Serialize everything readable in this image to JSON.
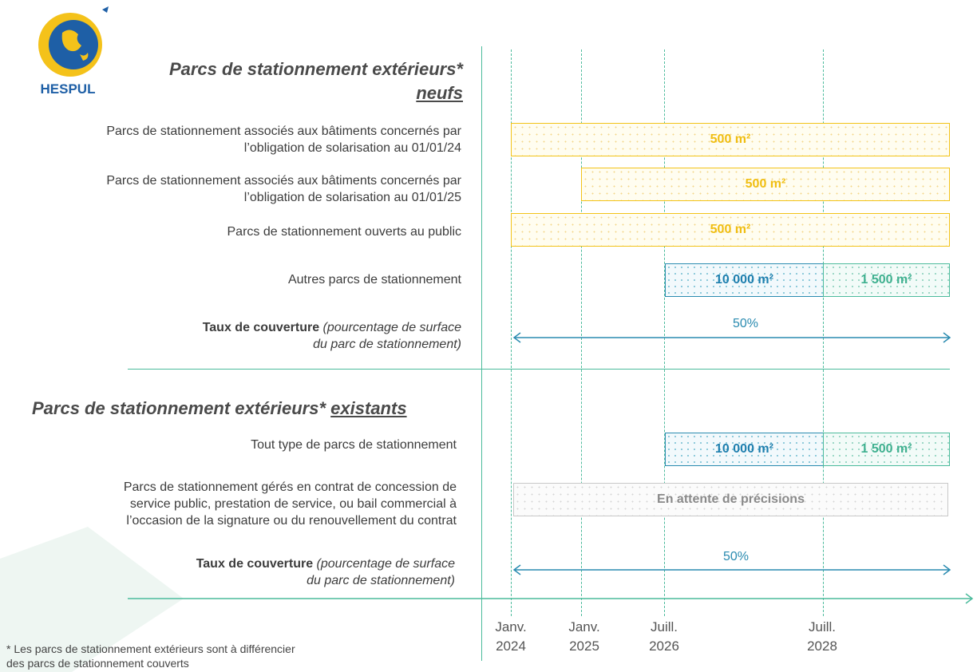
{
  "logo": {
    "name": "HESPUL"
  },
  "section_new": {
    "title_main": "Parcs de stationnement extérieurs*",
    "title_sub": "neufs"
  },
  "section_existing": {
    "title_main": "Parcs de stationnement extérieurs*",
    "title_sub": "existants"
  },
  "rows_new": [
    {
      "label_line1": "Parcs de stationnement associés aux bâtiments concernés par",
      "label_line2": "l’obligation de solarisation au 01/01/24",
      "bar": "500 m²"
    },
    {
      "label_line1": "Parcs de stationnement associés aux bâtiments concernés par",
      "label_line2": "l’obligation de solarisation au 01/01/25",
      "bar": "500 m²"
    },
    {
      "label_line1": "Parcs de stationnement ouverts au public",
      "bar": "500 m²"
    },
    {
      "label_line1": "Autres parcs de stationnement",
      "bar1": "10 000 m²",
      "bar2": "1 500 m²"
    }
  ],
  "coverage_new": {
    "bold": "Taux de couverture",
    "italic1": " (pourcentage de surface",
    "italic2": "du parc de stationnement)",
    "value": "50%"
  },
  "rows_existing": [
    {
      "label_line1": "Tout type de parcs de stationnement",
      "bar1": "10 000 m²",
      "bar2": "1 500 m²"
    },
    {
      "label_line1": "Parcs de stationnement gérés en contrat de concession de",
      "label_line2": "service public, prestation de service, ou bail commercial à",
      "label_line3": "l’occasion de la signature ou du renouvellement du contrat",
      "bar": "En attente de précisions"
    }
  ],
  "coverage_existing": {
    "bold": "Taux de couverture",
    "italic1": " (pourcentage de surface",
    "italic2": "du parc de stationnement)",
    "value": "50%"
  },
  "timeline": [
    {
      "line1": "Janv.",
      "line2": "2024"
    },
    {
      "line1": "Janv.",
      "line2": "2025"
    },
    {
      "line1": "Juill.",
      "line2": "2026"
    },
    {
      "line1": "Juill.",
      "line2": "2028"
    }
  ],
  "footnote": {
    "line1": "* Les parcs de stationnement extérieurs sont à différencier",
    "line2": "des parcs de stationnement couverts"
  },
  "colors": {
    "yellow": "#f2c318",
    "blue": "#2a8bb0",
    "green": "#4cbb9c",
    "grey": "#c8c8c8"
  }
}
